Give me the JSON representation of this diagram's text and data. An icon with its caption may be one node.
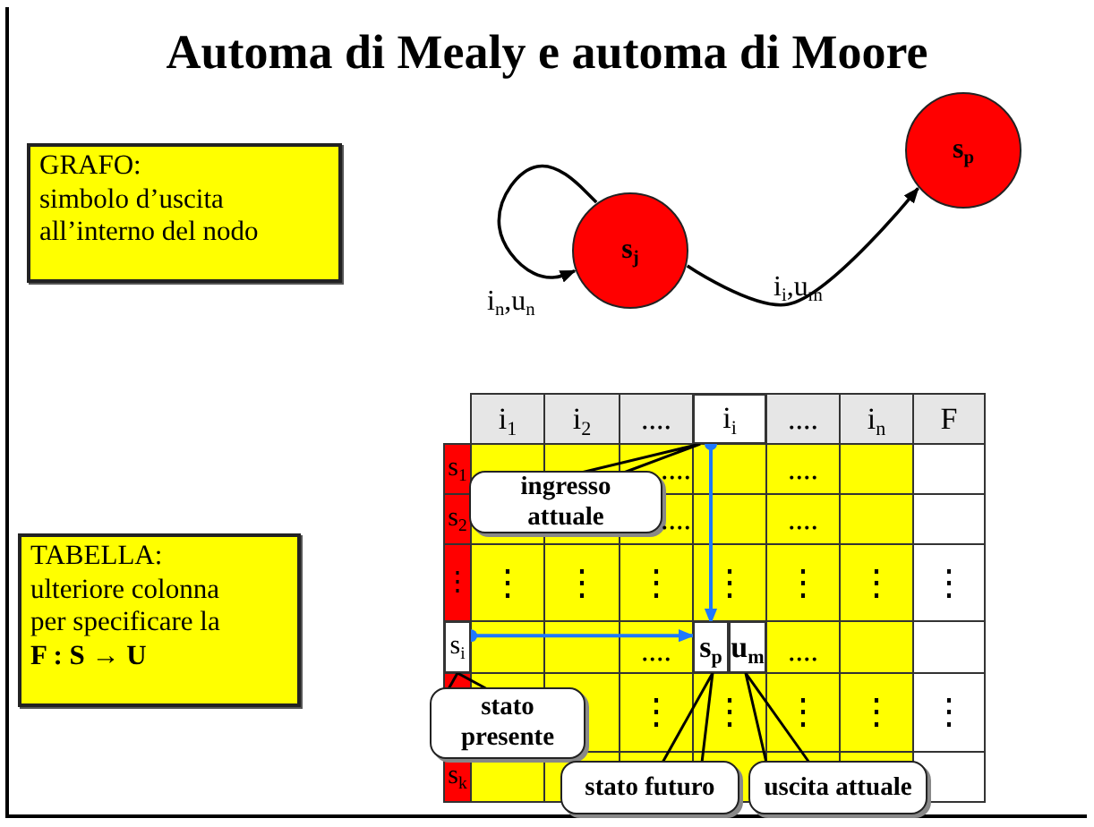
{
  "diagram": {
    "title": "Automa di Mealy e automa di Moore",
    "nodes": [
      {
        "text": [
          "GRAFO:",
          "simbolo d’uscita all’interno del nodo"
        ]
      },
      {
        "text": [
          "s$_{p}$"
        ]
      },
      {
        "text": [
          "s$_{j}$"
        ]
      },
      {
        "text": [
          "i$_{i}$"
        ]
      },
      {
        "text": [
          "ingresso attuale"
        ]
      },
      {
        "text": [
          "TABELLA:",
          "ulteriore colonna per specificare la **F : S → U**"
        ]
      },
      {
        "text": [
          "s$_{i}$"
        ]
      },
      {
        "text": [
          "s$_{p}$"
        ]
      },
      {
        "text": [
          "u$_{m}$"
        ]
      },
      {
        "text": [
          "stato presente"
        ]
      },
      {
        "text": [
          "stato futuro"
        ]
      },
      {
        "text": [
          "uscita attuale"
        ]
      }
    ],
    "edges": [
      {
        "from": 2,
        "to": 2,
        "arrow": "to",
        "label": "i$_{n}$,u$_{n}$"
      },
      {
        "from": 2,
        "to": 1,
        "arrow": "to",
        "label": "i$_{i}$,u$_{m}$"
      },
      {
        "from": 4,
        "to": 3,
        "arrow": "none"
      },
      {
        "from": 6,
        "to": 7,
        "arrow": "to",
        "color": "#1e78ff"
      },
      {
        "from": 3,
        "to": 7,
        "arrow": "to",
        "color": "#1e78ff"
      },
      {
        "from": 9,
        "to": 6,
        "arrow": "none"
      },
      {
        "from": 10,
        "to": 7,
        "arrow": "none"
      },
      {
        "from": 11,
        "to": 8,
        "arrow": "none"
      }
    ],
    "labels": [
      "i$_{1}$",
      "i$_{2}$",
      "....",
      "....",
      "i$_{n}$",
      "F",
      "s$_{1}$",
      "....",
      "....",
      "s$_{2}$",
      "....",
      "....",
      "⋮",
      "⋮",
      "⋮",
      "⋮",
      "⋮",
      "⋮",
      "⋮",
      "⋮",
      "....",
      "....",
      "⋮",
      "⋮",
      "⋮",
      "⋮",
      "⋮",
      "s$_{k}$"
    ]
  }
}
